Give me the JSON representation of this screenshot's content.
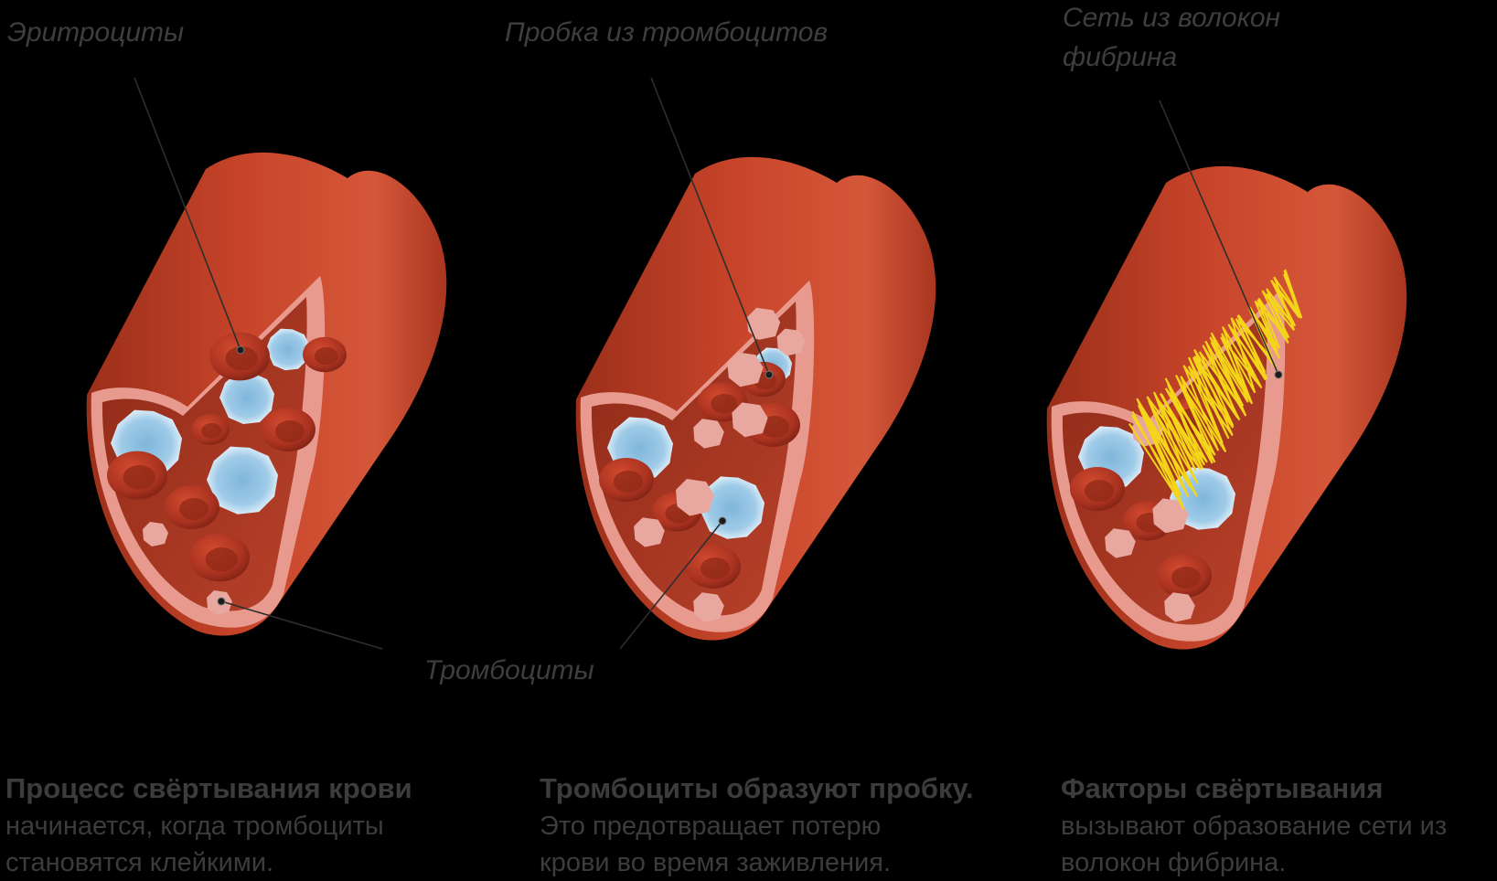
{
  "labels": {
    "erythrocytes": "Эритроциты",
    "platelet_plug": "Пробка из тромбоцитов",
    "fibrin_net_line1": "Сеть из волокон",
    "fibrin_net_line2": "фибрина",
    "platelets": "Тромбоциты"
  },
  "captions": [
    {
      "title": "Процесс свёртывания крови",
      "line1": "начинается, когда тромбоциты",
      "line2": "становятся клейкими."
    },
    {
      "title": "Тромбоциты образуют пробку.",
      "line1": "Это предотвращает потерю",
      "line2": "крови во время заживления."
    },
    {
      "title": "Факторы свёртывания",
      "line1": "вызывают образование сети из",
      "line2": "волокон фибрина."
    }
  ],
  "colors": {
    "background": "#000000",
    "vessel_outer": "#c8452a",
    "vessel_inner": "#e89a8f",
    "red_cell": "#b43a22",
    "white_cell": "#a9d3ec",
    "platelet": "#e8a79f",
    "fibrin": "#f4d51a",
    "text": "#3c3c3c"
  }
}
